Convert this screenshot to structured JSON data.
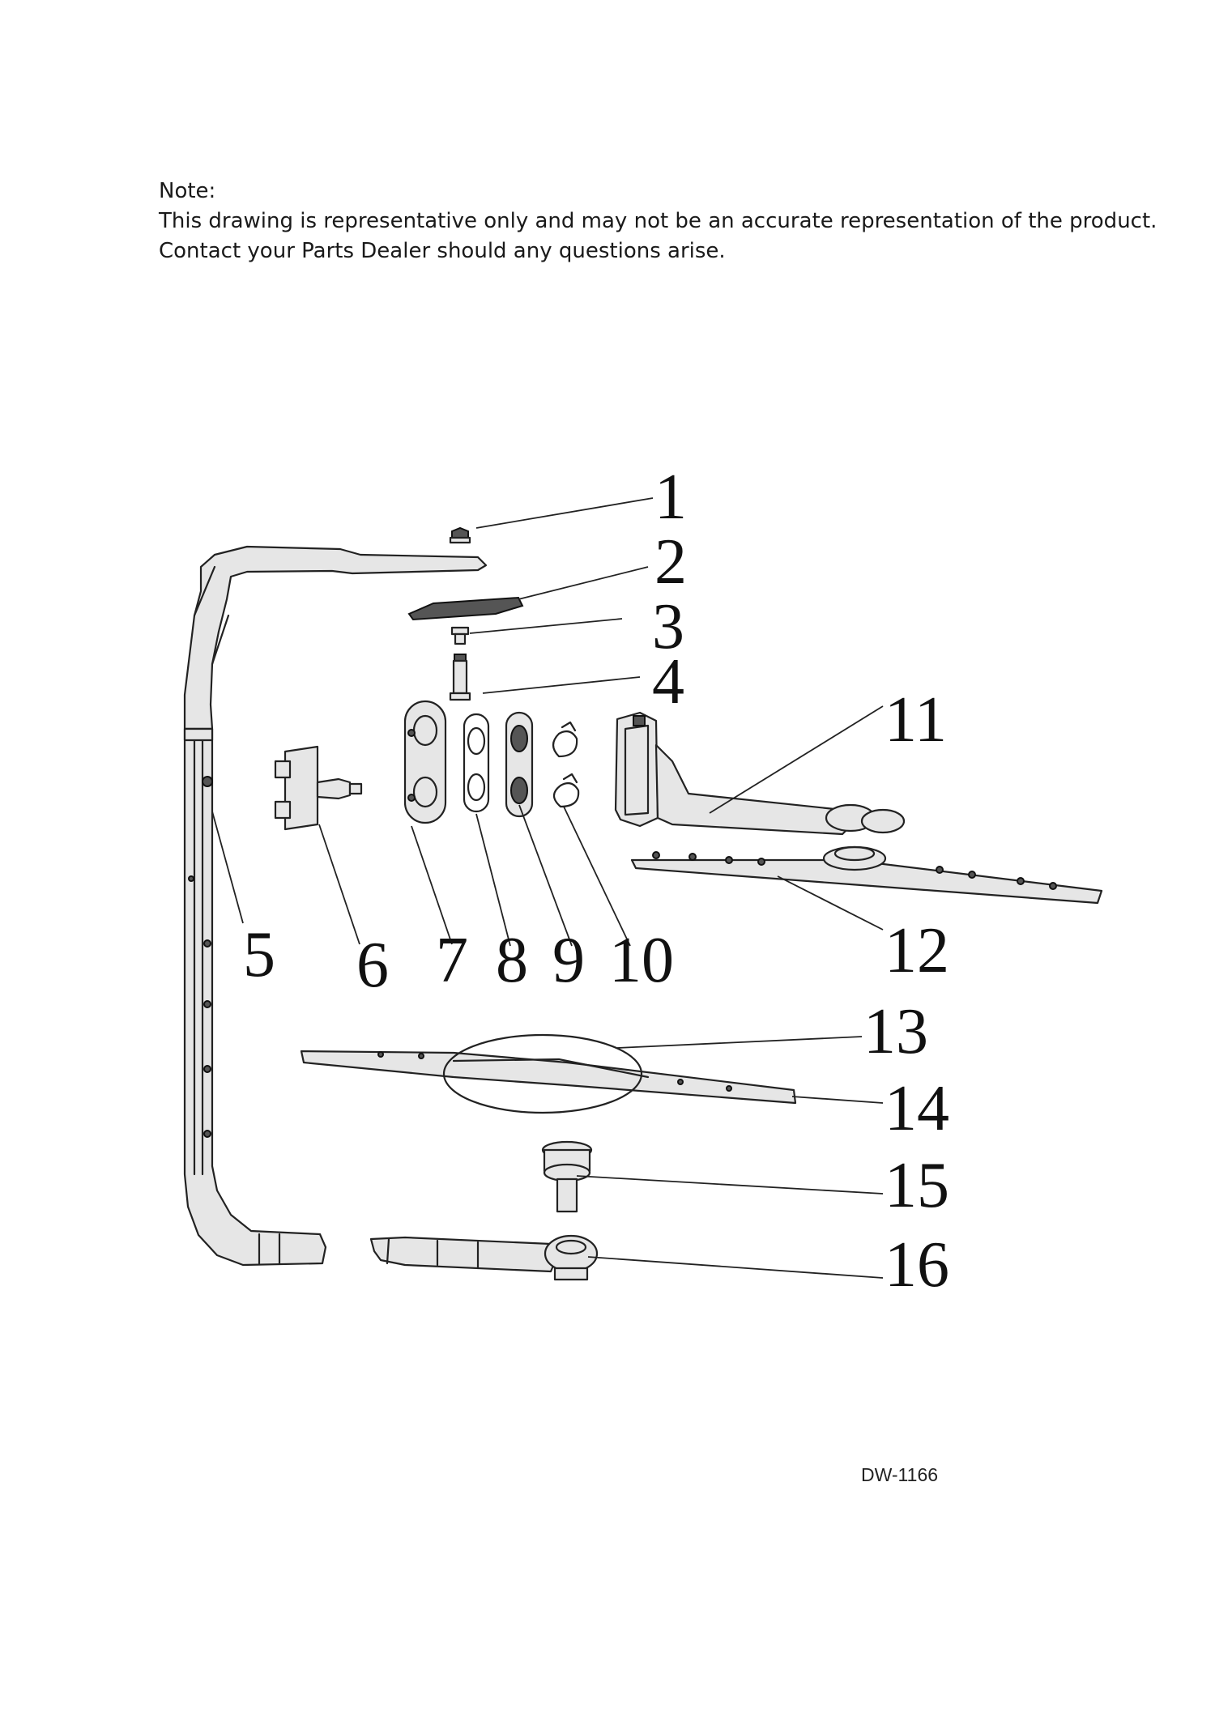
{
  "note": {
    "heading": "Note:",
    "line1": "This drawing is representative only and may not be an accurate representation of the product.",
    "line2": "Contact your Parts Dealer should any questions arise."
  },
  "callouts": [
    "1",
    "2",
    "3",
    "4",
    "5",
    "6",
    "7",
    "8",
    "9",
    "10",
    "11",
    "12",
    "13",
    "14",
    "15",
    "16"
  ],
  "document_id": "DW-1166"
}
